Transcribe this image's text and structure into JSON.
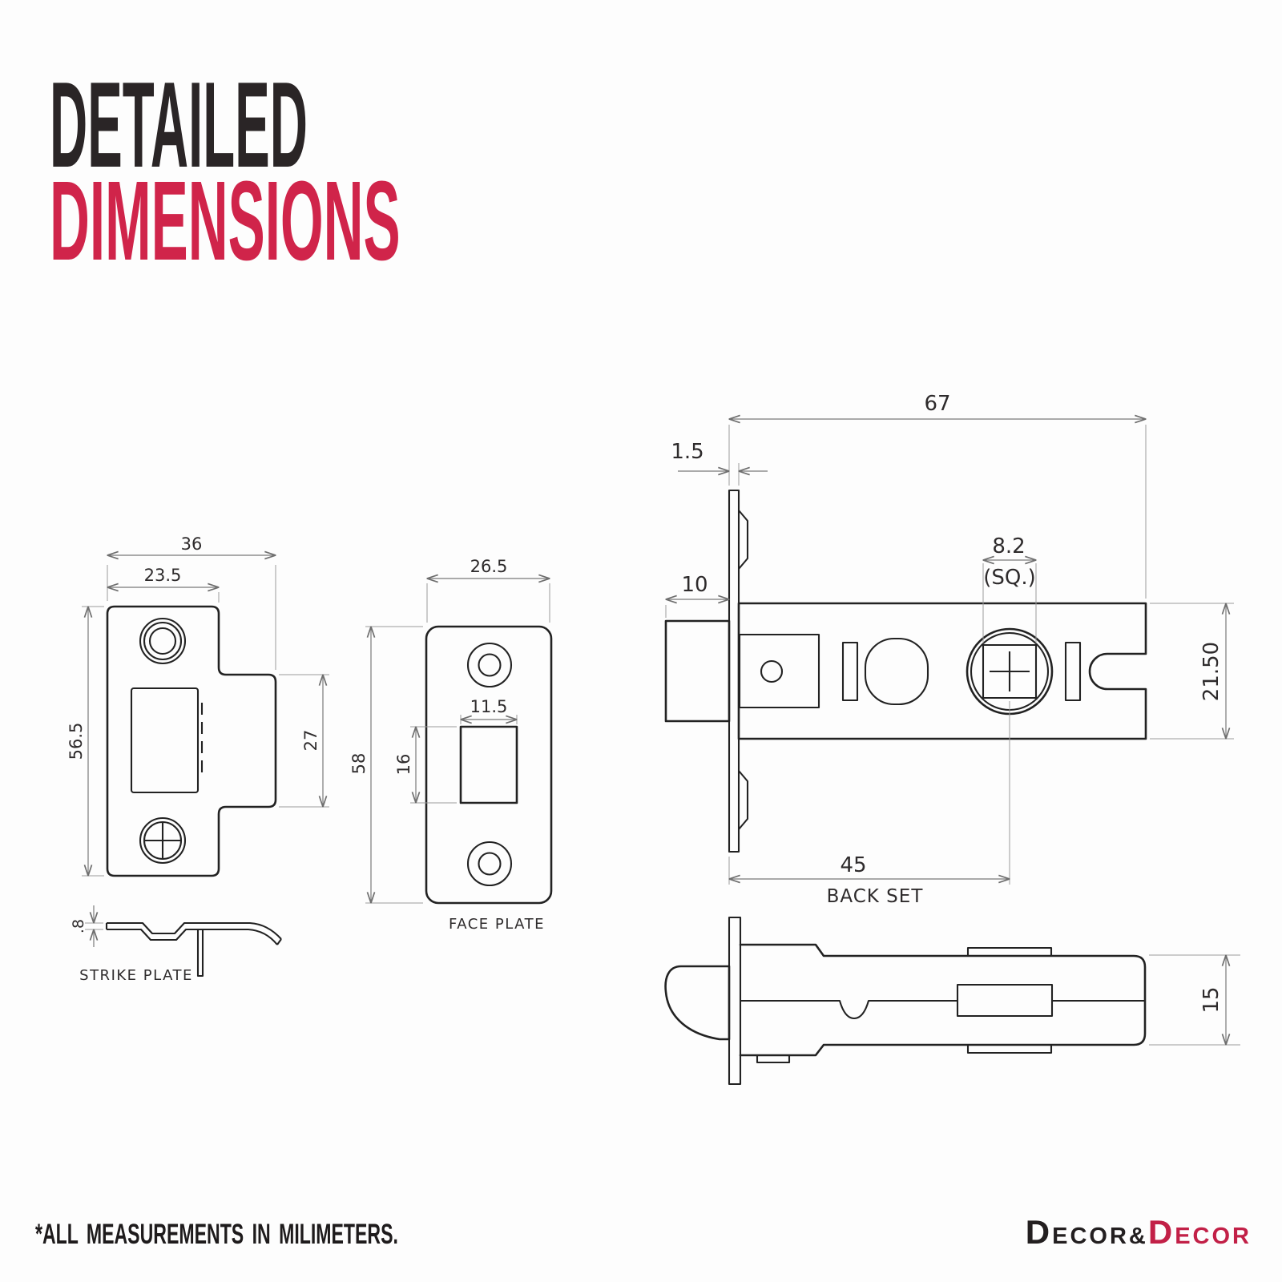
{
  "title": {
    "line1": "DETAILED",
    "line2": "DIMENSIONS"
  },
  "footnote": "*ALL MEASUREMENTS IN MILIMETERS.",
  "logo": {
    "first_d": "D",
    "first_rest": "ECOR",
    "ampersand": "&",
    "second_d": "D",
    "second_rest": "ECOR"
  },
  "colors": {
    "accent_red": "#d0244a",
    "logo_black": "#231f20",
    "logo_red": "#c22047",
    "ink": "#222222",
    "dim_line": "#7a7a7a"
  },
  "views": {
    "strike_plate_front": {
      "dim_width_overall": "36",
      "dim_width_inner": "23.5",
      "dim_height": "56.5",
      "dim_tab_height": "27"
    },
    "strike_plate_side": {
      "dim_thickness": ".8",
      "label": "STRIKE PLATE"
    },
    "face_plate": {
      "dim_width": "26.5",
      "dim_height": "58",
      "dim_opening_width": "11.5",
      "dim_opening_height": "16",
      "label": "FACE PLATE"
    },
    "latch_top": {
      "dim_length": "67",
      "dim_faceplate_thickness": "1.5",
      "dim_bolt_throw": "10",
      "dim_spindle": "8.2",
      "dim_spindle_note": "(SQ.)",
      "dim_case_width": "21.50",
      "dim_backset": "45",
      "label_backset": "BACK SET"
    },
    "latch_side": {
      "dim_case_height": "15"
    }
  }
}
